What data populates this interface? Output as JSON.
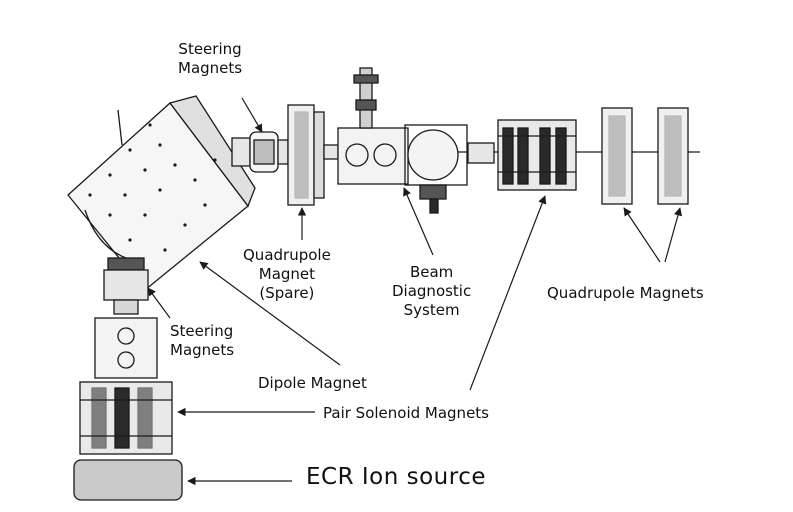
{
  "labels": {
    "steering_top_1": "Steering",
    "steering_top_2": "Magnets",
    "quad_spare_1": "Quadrupole",
    "quad_spare_2": "Magnet",
    "quad_spare_3": "(Spare)",
    "beam_diag_1": "Beam",
    "beam_diag_2": "Diagnostic",
    "beam_diag_3": "System",
    "quad_magnets": "Quadrupole Magnets",
    "steering_low_1": "Steering",
    "steering_low_2": "Magnets",
    "dipole": "Dipole Magnet",
    "pair_solenoid": "Pair Solenoid Magnets",
    "ecr": "ECR Ion source"
  },
  "colors": {
    "line": "#1a1a1a",
    "fill_light": "#f4f4f4",
    "fill_mid": "#d8d8d8",
    "fill_dark": "#2a2a2a",
    "ion_source_fill": "#c9c9c9"
  }
}
